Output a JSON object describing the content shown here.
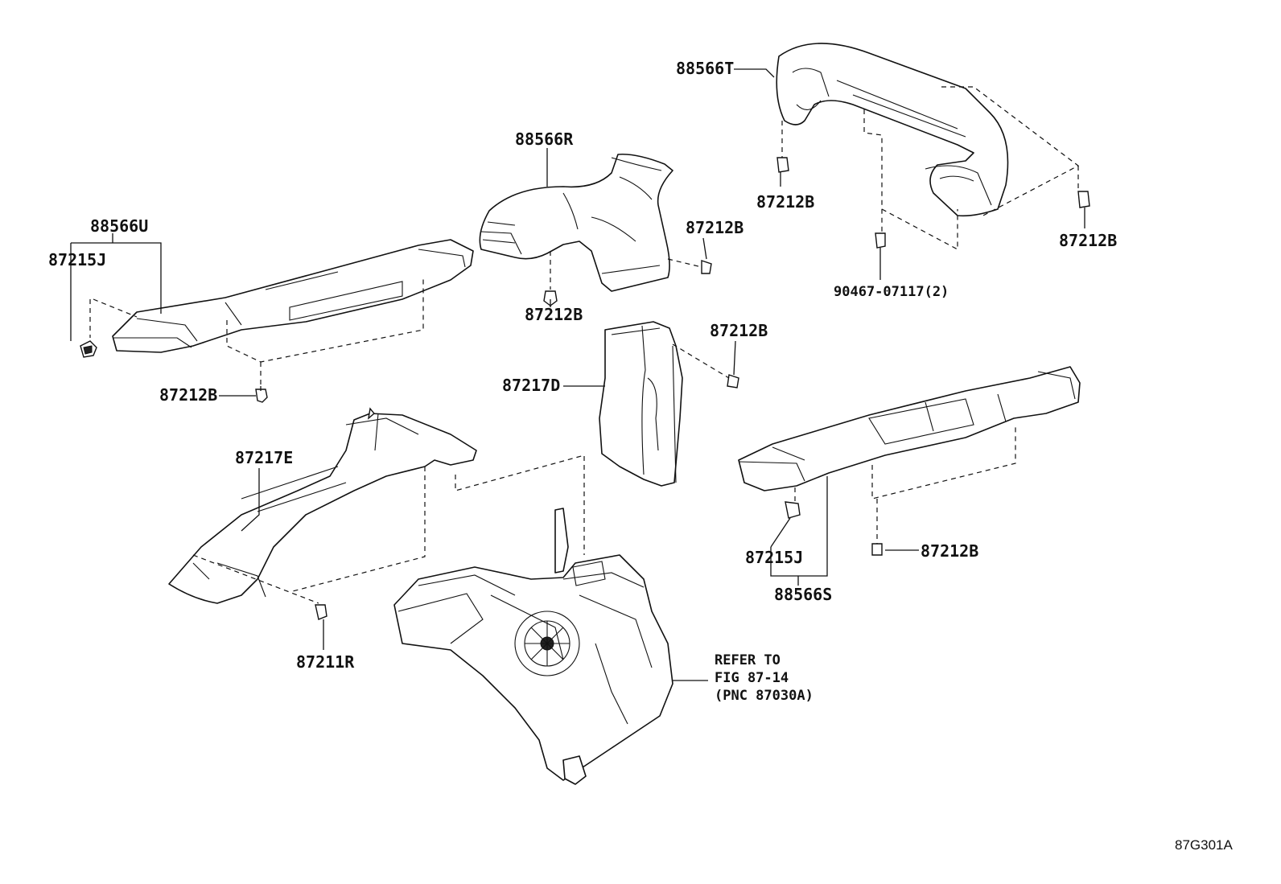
{
  "labels": {
    "p88566T": "88566T",
    "p88566R": "88566R",
    "p88566U": "88566U",
    "p87215J_top": "87215J",
    "p87212B_1": "87212B",
    "p87212B_2": "87212B",
    "p87212B_3": "87212B",
    "p87212B_4": "87212B",
    "p87212B_5": "87212B",
    "p87212B_6": "87212B",
    "p87212B_7": "87212B",
    "p90467": "90467-07117(2)",
    "p87217D": "87217D",
    "p87217E": "87217E",
    "p87215J_bot": "87215J",
    "p88566S": "88566S",
    "p87211R": "87211R"
  },
  "reference": {
    "line1": "REFER TO",
    "line2": "FIG 87-14",
    "line3": "(PNC 87030A)"
  },
  "figure_id": "87G301A"
}
